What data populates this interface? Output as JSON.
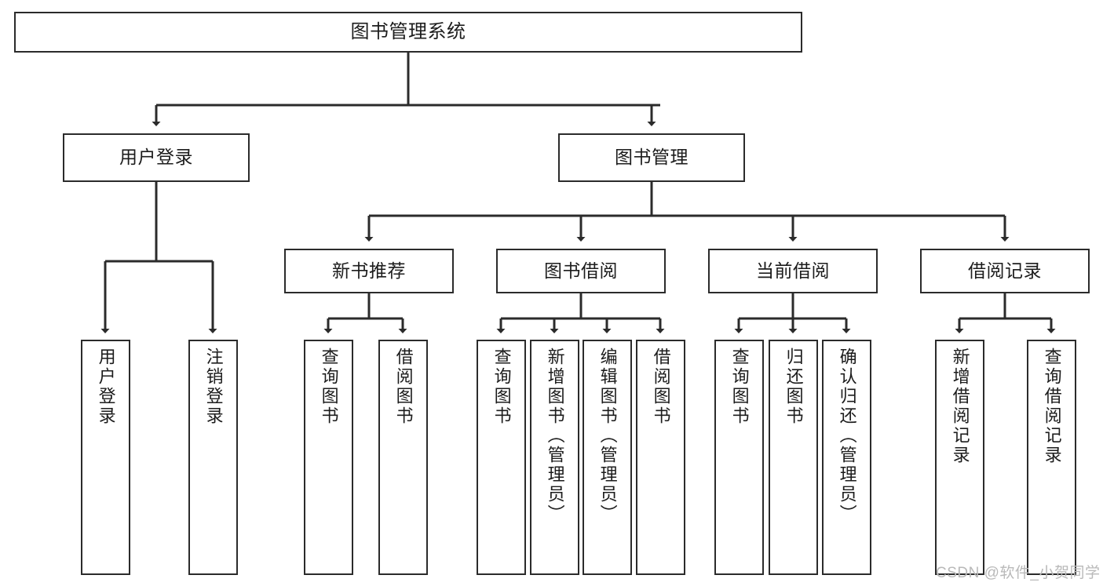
{
  "diagram": {
    "title": "图书管理系统",
    "type": "tree",
    "watermark": "CSDN @软件_小贺同学",
    "colors": {
      "box_border": "#2b2b2b",
      "box_fill": "#ffffff",
      "connector": "#2b2b2b",
      "text": "#1c1c1c",
      "watermark": "#b9b9b9"
    },
    "nodes": {
      "root": {
        "label": "图书管理系统",
        "level": 1
      },
      "level2": [
        {
          "id": "user-login",
          "label": "用户登录"
        },
        {
          "id": "book-management",
          "label": "图书管理"
        }
      ],
      "level3": [
        {
          "id": "new-book-recommend",
          "label": "新书推荐"
        },
        {
          "id": "book-borrow",
          "label": "图书借阅"
        },
        {
          "id": "current-borrow",
          "label": "当前借阅"
        },
        {
          "id": "borrow-record",
          "label": "借阅记录"
        }
      ],
      "leaves": {
        "user-login": [
          {
            "id": "leaf-user-login",
            "label": "用户登录"
          },
          {
            "id": "leaf-logout-login",
            "label": "注销登录"
          }
        ],
        "new-book-recommend": [
          {
            "id": "leaf-query-book-1",
            "label": "查询图书"
          },
          {
            "id": "leaf-borrow-book-1",
            "label": "借阅图书"
          }
        ],
        "book-borrow": [
          {
            "id": "leaf-query-book-2",
            "label": "查询图书"
          },
          {
            "id": "leaf-add-book",
            "label": "新增图书（管理员）"
          },
          {
            "id": "leaf-edit-book",
            "label": "编辑图书（管理员）"
          },
          {
            "id": "leaf-borrow-book-2",
            "label": "借阅图书"
          }
        ],
        "current-borrow": [
          {
            "id": "leaf-query-book-3",
            "label": "查询图书"
          },
          {
            "id": "leaf-return-book",
            "label": "归还图书"
          },
          {
            "id": "leaf-confirm-return",
            "label": "确认归还（管理员）"
          }
        ],
        "borrow-record": [
          {
            "id": "leaf-add-record",
            "label": "新增借阅记录"
          },
          {
            "id": "leaf-query-record",
            "label": "查询借阅记录"
          }
        ]
      }
    }
  }
}
